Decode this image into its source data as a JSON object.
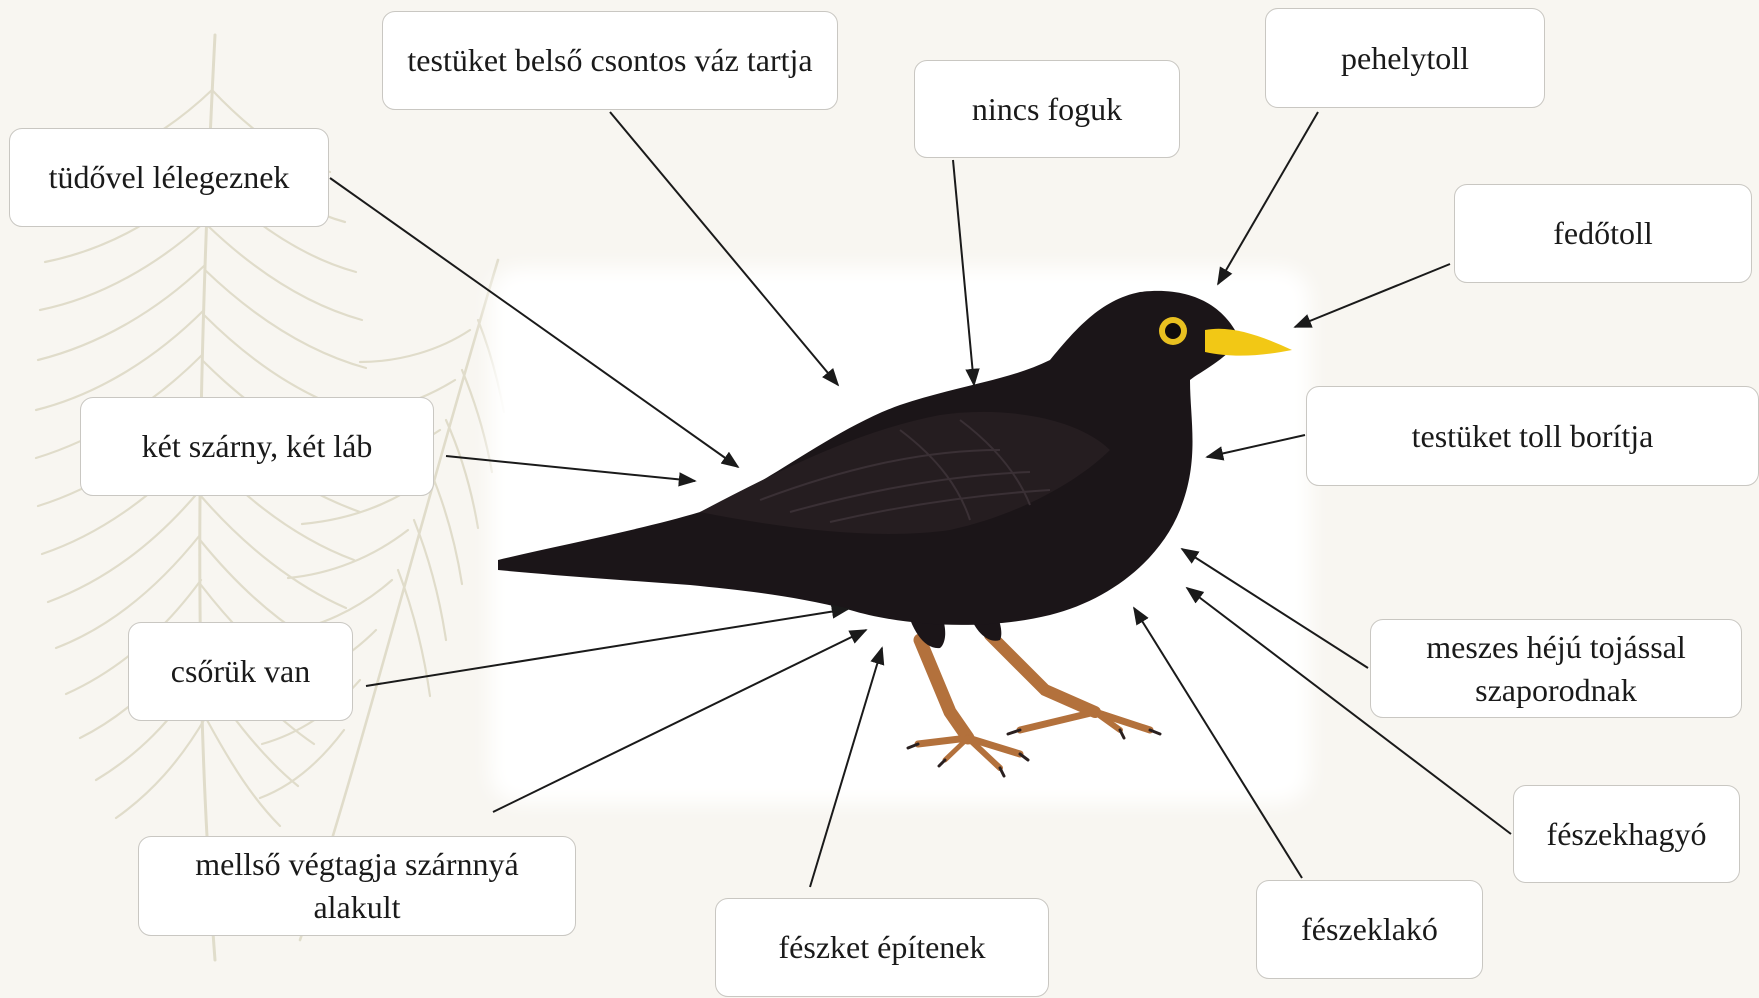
{
  "labels": {
    "csontos_vaz": "testüket belső csontos váz tartja",
    "nincs_foguk": "nincs foguk",
    "pehelytoll": "pehelytoll",
    "tudovel": "tüdővel lélegeznek",
    "fedotoll": "fedőtoll",
    "ket_szarny": "két szárny, két láb",
    "toll_boritja": "testüket toll borítja",
    "csoruk_van": "csőrük van",
    "meszes_tojas": "meszes héjú tojással szaporodnak",
    "fedelsoveg": "mellső végtagja szárnnyá alakult",
    "fesszeket_epitenek": "fészket építenek",
    "feszekhagyo": "fészekhagyó",
    "feszeklako": "fészeklakó"
  },
  "colors": {
    "bird_body": "#1b1518",
    "beak": "#f2c815",
    "eye_ring": "#e8c020",
    "legs": "#b3713c",
    "arrow": "#1a1a1a",
    "feather": "#dcd8c4"
  }
}
